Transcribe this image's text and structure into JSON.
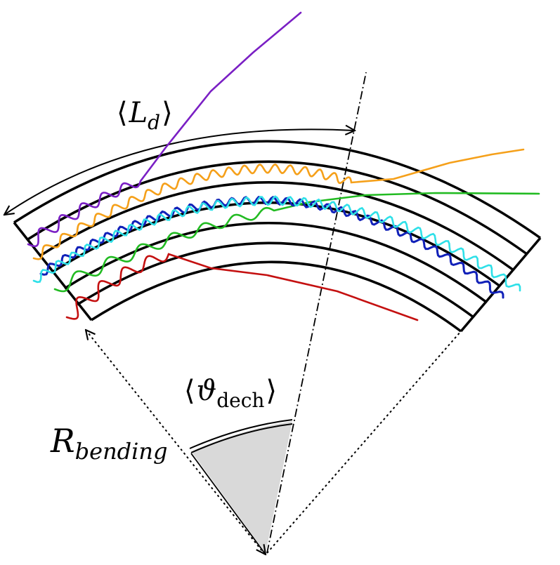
{
  "labels": {
    "ld_open": "⟨",
    "ld_main": "L",
    "ld_sub": "d",
    "ld_close": "⟩",
    "theta_open": "⟨",
    "theta_main": "ϑ",
    "theta_sub": "dech",
    "theta_close": "⟩",
    "r_main": "R",
    "r_sub": "bending"
  },
  "colors": {
    "channels": "#000000",
    "shade": "#d9d9d9",
    "purple": "#7a1fc4",
    "orange": "#f5a01a",
    "cyan": "#2ee0e8",
    "blue": "#1020b8",
    "green": "#22bb22",
    "red": "#c41010"
  }
}
